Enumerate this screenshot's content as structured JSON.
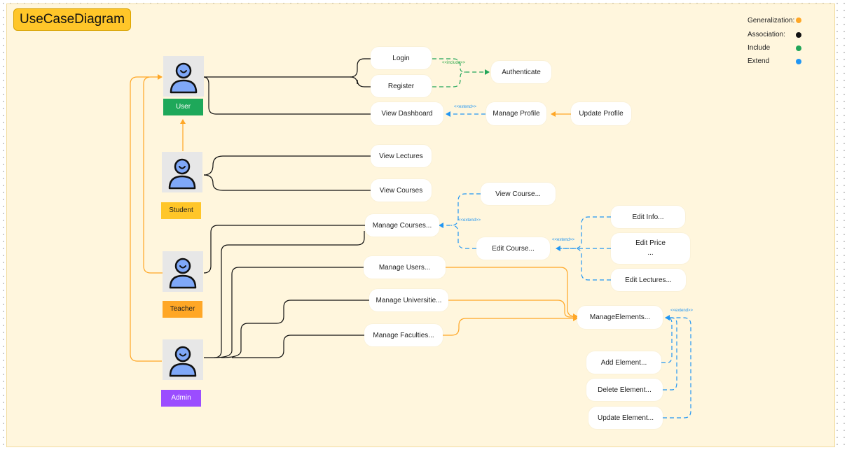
{
  "title": "UseCaseDiagram",
  "legend": [
    {
      "label": "Generalization:",
      "color": "#ffa726"
    },
    {
      "label": "Association:",
      "color": "#111111"
    },
    {
      "label": "Include",
      "color": "#21a559"
    },
    {
      "label": "Extend",
      "color": "#2196f3"
    }
  ],
  "actors": {
    "user": {
      "label": "User",
      "color": "#1ea85a"
    },
    "student": {
      "label": "Student",
      "color": "#ffc629"
    },
    "teacher": {
      "label": "Teacher",
      "color": "#ffa726"
    },
    "admin": {
      "label": "Admin",
      "color": "#9b4dff"
    }
  },
  "use_cases": {
    "login": "Login",
    "register": "Register",
    "authenticate": "Authenticate",
    "view_dashboard": "View Dashboard",
    "manage_profile": "Manage Profile",
    "update_profile": "Update Profile",
    "view_lectures": "View Lectures",
    "view_courses": "View Courses",
    "view_course": "View Course...",
    "manage_courses": "Manage Courses...",
    "edit_course": "Edit Course...",
    "edit_info": "Edit  Info...",
    "edit_price": "Edit  Price\n...",
    "edit_lectures": "Edit Lectures...",
    "manage_users": "Manage Users...",
    "manage_universities": "Manage Universitie...",
    "manage_faculties": "Manage Faculties...",
    "manage_elements": "ManageElements...",
    "add_element": "Add Element...",
    "delete_element": "Delete Element...",
    "update_element": "Update Element..."
  },
  "relation_tags": {
    "include": "<<include>>",
    "extend": "<<extend>>"
  }
}
